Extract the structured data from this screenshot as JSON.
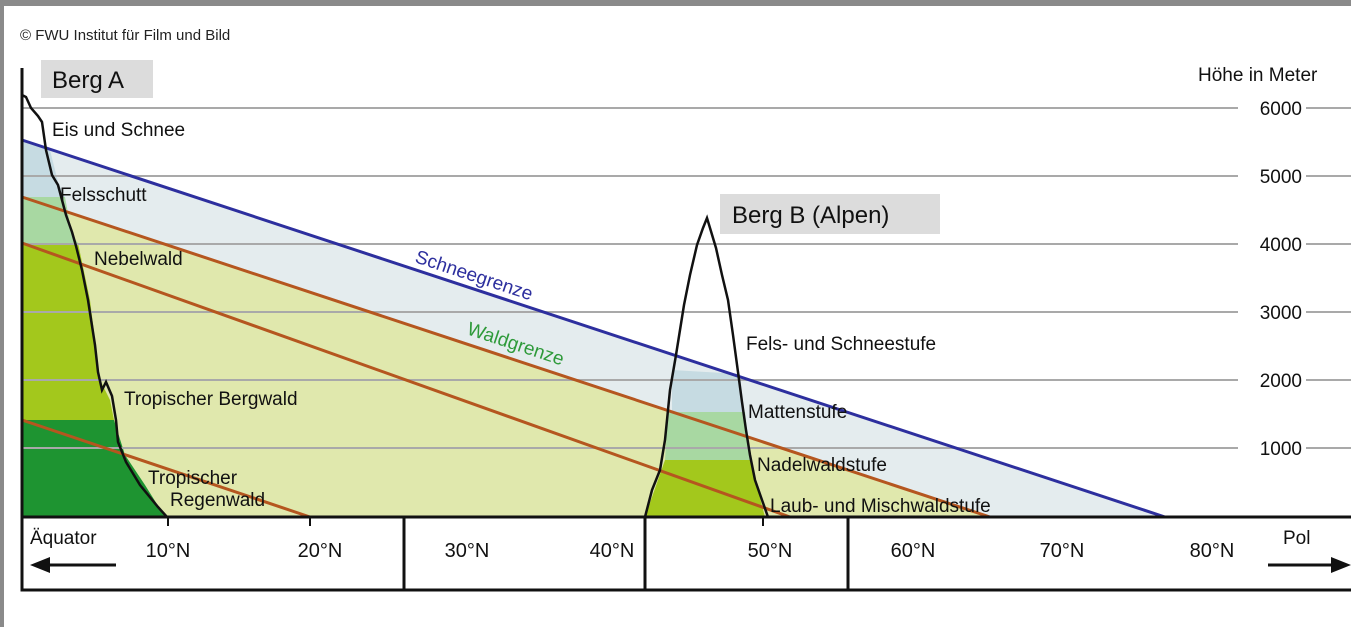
{
  "copyright": "© FWU Institut für Film und Bild",
  "mountain_a": {
    "title": "Berg A",
    "zones": [
      "Eis und Schnee",
      "Felsschutt",
      "Nebelwald",
      "Tropischer Bergwald",
      "Tropischer",
      "Regenwald"
    ]
  },
  "mountain_b": {
    "title": "Berg B (Alpen)",
    "zones": [
      "Fels- und Schneestufe",
      "Mattenstufe",
      "Nadelwaldstufe",
      "Laub- und Mischwaldstufe"
    ]
  },
  "lines": {
    "snow": "Schneegrenze",
    "forest": "Waldgrenze"
  },
  "axis": {
    "height_label": "Höhe in Meter",
    "height_ticks": [
      "6000",
      "5000",
      "4000",
      "3000",
      "2000",
      "1000"
    ],
    "equator": "Äquator",
    "pole": "Pol",
    "latitudes": [
      "10°N",
      "20°N",
      "30°N",
      "40°N",
      "50°N",
      "60°N",
      "70°N",
      "80°N"
    ]
  },
  "colors": {
    "snow_line": "#2d2f9e",
    "tree_line": "#b5561f",
    "ice_zone": "#e4ecee",
    "rock_zone": "#c6dbe2",
    "meadow_zone": "#a8d8a2",
    "cloud_forest": "#a3c81c",
    "mountain_forest": "#e0e8ad",
    "rainforest": "#1e9431",
    "label_box": "#dcdcdc",
    "tree_line_label": "#2e9a3a"
  }
}
